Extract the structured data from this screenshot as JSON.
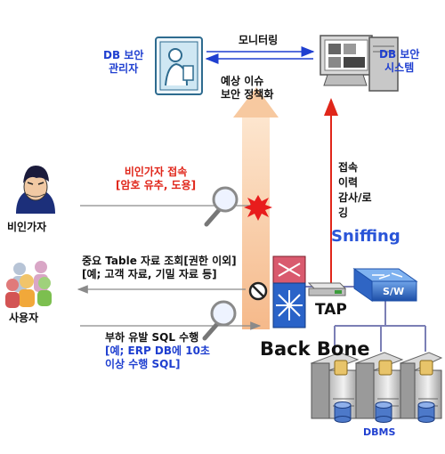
{
  "labels": {
    "db_admin": [
      "DB 보안",
      "관리자"
    ],
    "monitoring": "모니터링",
    "db_security_system": [
      "DB 보안",
      "시스템"
    ],
    "anomaly": [
      "예상 이슈",
      "보안 정책화"
    ],
    "unauthorized_access": [
      "비인가자 접속",
      "[암호 유추, 도용]"
    ],
    "access_log": [
      "접속",
      "이력",
      "감사/로",
      "깅"
    ],
    "sniffing": "Sniffing",
    "unauthorized_user": "비인가자",
    "table_query": [
      "중요 Table 자료 조회[권한 이외]",
      "[예; 고객 자료, 기밀 자료 등]"
    ],
    "user": "사용자",
    "tap": "TAP",
    "switch": "S/W",
    "backbone": "Back Bone",
    "load_sql": [
      "부하 유발 SQL 수행",
      "[예; ERP DB에 10초",
      "이상 수행 SQL]"
    ],
    "dbms": "DBMS"
  },
  "colors": {
    "blue": "#1f3fd0",
    "red": "#e0261a",
    "backbone_arrow": "#f7c9a0",
    "server_yellow": "#e8c46a"
  },
  "icons": [
    "admin-monitor-icon",
    "security-system-computer-icon",
    "hacker-icon",
    "user-group-icon",
    "magnifier-icon",
    "burst-icon",
    "blocked-icon",
    "router-icon",
    "tap-device-icon",
    "switch-icon",
    "database-server-icon",
    "database-cylinder-icon"
  ]
}
